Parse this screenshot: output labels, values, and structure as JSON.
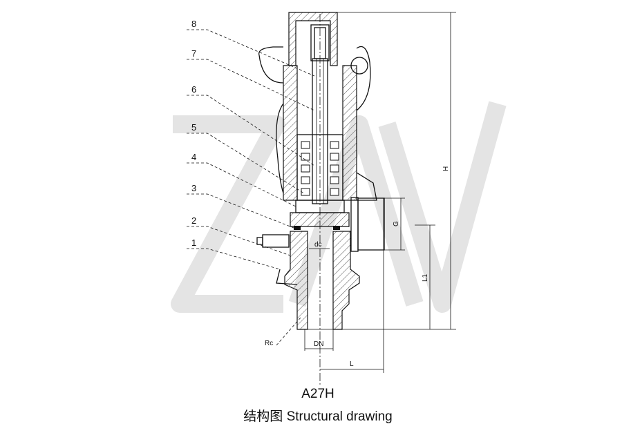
{
  "drawing": {
    "part_numbers": [
      "1",
      "2",
      "3",
      "4",
      "5",
      "6",
      "7",
      "8"
    ],
    "dimensions": {
      "H": "H",
      "L1": "L1",
      "G": "G",
      "L": "L",
      "DN": "DN",
      "Rc": "Rc",
      "dc": "dc"
    },
    "watermark_logo": "ZAV"
  },
  "model": "A27H",
  "caption": "结构图 Structural drawing"
}
